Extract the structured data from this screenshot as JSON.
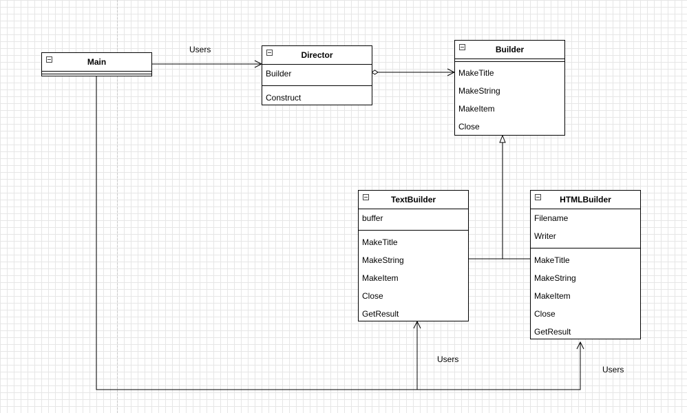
{
  "classes": {
    "main": {
      "name": "Main",
      "attributes": [],
      "operations": []
    },
    "director": {
      "name": "Director",
      "attributes": [
        "Builder"
      ],
      "operations": [
        "Construct"
      ]
    },
    "builder": {
      "name": "Builder",
      "attributes": [],
      "operations": [
        "MakeTitle",
        "MakeString",
        "MakeItem",
        "Close"
      ]
    },
    "textbuilder": {
      "name": "TextBuilder",
      "attributes": [
        "buffer"
      ],
      "operations": [
        "MakeTitle",
        "MakeString",
        "MakeItem",
        "Close",
        "GetResult"
      ]
    },
    "htmlbuilder": {
      "name": "HTMLBuilder",
      "attributes": [
        "Filename",
        "Writer"
      ],
      "operations": [
        "MakeTitle",
        "MakeString",
        "MakeItem",
        "Close",
        "GetResult"
      ]
    }
  },
  "edges": {
    "main_director": {
      "label": "Users",
      "kind": "association"
    },
    "director_builder": {
      "label": "",
      "kind": "aggregation"
    },
    "textbuilder_builder": {
      "label": "",
      "kind": "generalization"
    },
    "htmlbuilder_builder": {
      "label": "",
      "kind": "generalization"
    },
    "main_textbuilder": {
      "label": "Users",
      "kind": "association"
    },
    "main_htmlbuilder": {
      "label": "Users",
      "kind": "association"
    }
  },
  "colors": {
    "line": "#000000",
    "grid": "#e6e6e6",
    "background": "#ffffff"
  }
}
